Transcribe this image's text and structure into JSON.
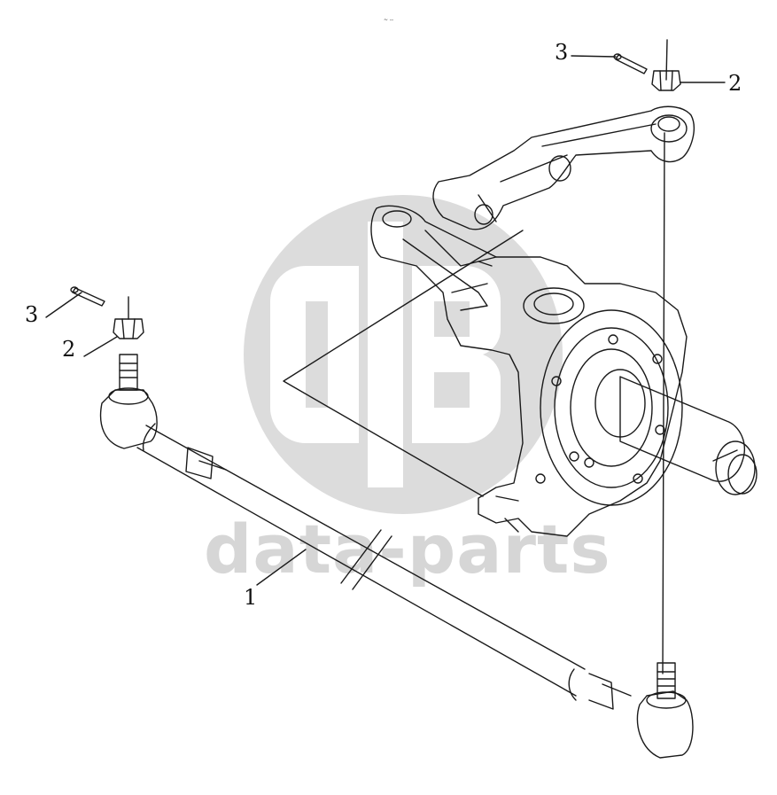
{
  "drawing": {
    "callouts": {
      "label_1": "1",
      "label_2_top": "2",
      "label_3_top": "3",
      "label_2_left": "2",
      "label_3_left": "3"
    },
    "watermark": {
      "text": "data-parts"
    },
    "header_mark": "~ --"
  },
  "colors": {
    "line": "#1a1a1a",
    "watermark": "#d4d4d4",
    "background": "#ffffff"
  }
}
